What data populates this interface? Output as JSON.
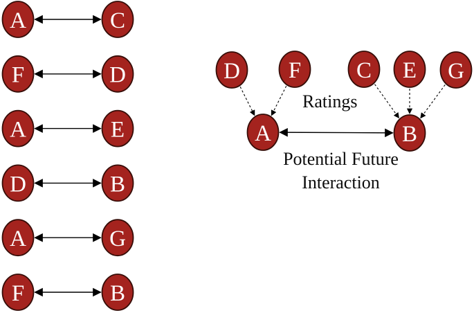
{
  "diagram": {
    "left_pairs": [
      {
        "from": "A",
        "to": "C"
      },
      {
        "from": "F",
        "to": "D"
      },
      {
        "from": "A",
        "to": "E"
      },
      {
        "from": "D",
        "to": "B"
      },
      {
        "from": "A",
        "to": "G"
      },
      {
        "from": "F",
        "to": "B"
      }
    ],
    "right_graph": {
      "hub_nodes": [
        "A",
        "B"
      ],
      "raters_of_A": [
        "D",
        "F"
      ],
      "raters_of_B": [
        "C",
        "E",
        "G"
      ],
      "ratings_label": "Ratings",
      "interaction_label_line1": "Potential Future",
      "interaction_label_line2": "Interaction"
    },
    "colors": {
      "node_fill": "#A4231E",
      "node_stroke": "#360D08",
      "node_text": "#FFFFFF",
      "edge": "#000000",
      "background": "#FFFFFF"
    }
  }
}
